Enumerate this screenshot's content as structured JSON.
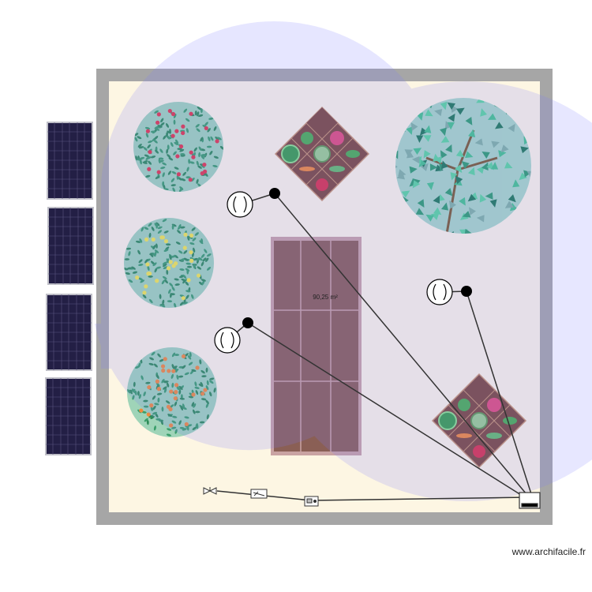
{
  "plan": {
    "room_area": "90,25 m²",
    "watermark": "www.archifacile.fr",
    "colors": {
      "wall": "#a6a6a6",
      "floor": "#fdf6e3",
      "coverage": "#7b7bff",
      "court_frame": "#c9a3a3",
      "court_surface": "#8a5f55",
      "panel": "#231f45",
      "tree_leaf": "#2e8b57",
      "canopy": "#9fd4b8"
    },
    "objects": {
      "solar_panels": 4,
      "fruit_trees": [
        {
          "name": "apple-tree",
          "fruit_color": "#e0384a"
        },
        {
          "name": "lemon-tree",
          "fruit_color": "#f2e94e"
        },
        {
          "name": "orange-tree",
          "fruit_color": "#f08a3c"
        }
      ],
      "vegetable_gardens": 2,
      "sprinklers": 3
    }
  }
}
